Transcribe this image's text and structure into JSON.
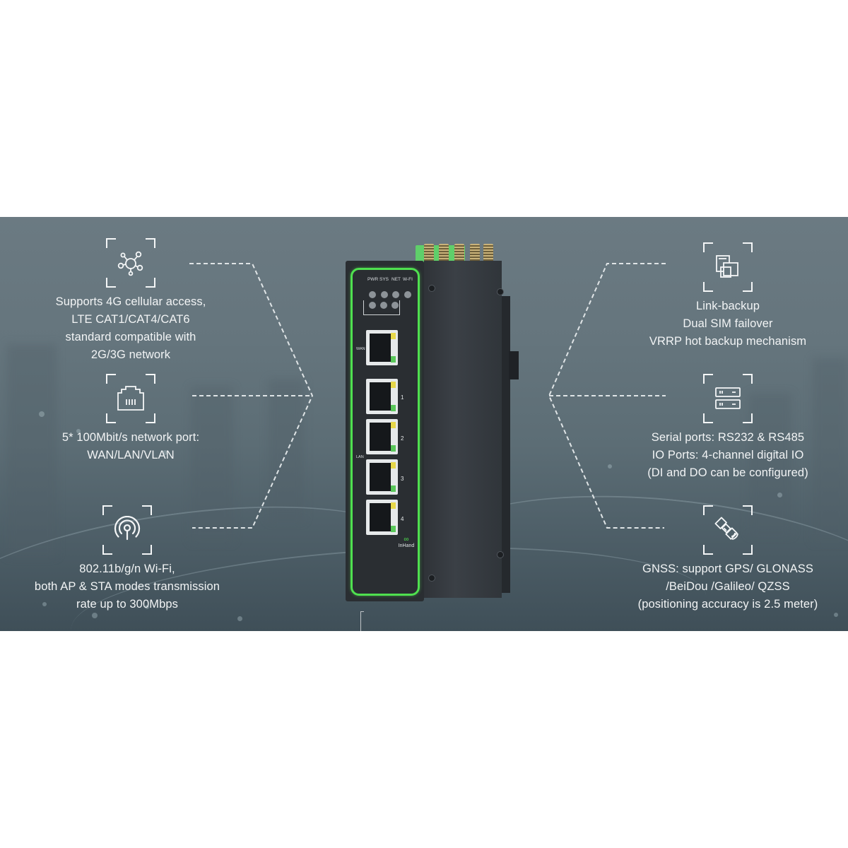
{
  "banner": {
    "background_colors": {
      "top": "#6b7a82",
      "bottom": "#3f4f58"
    },
    "accent_color": "#4fe04f",
    "text_color": "#f2f4f5"
  },
  "features_left": [
    {
      "icon": "network-hub-icon",
      "lines": [
        "Supports 4G cellular access,",
        "LTE CAT1/CAT4/CAT6",
        "standard compatible with",
        "2G/3G network"
      ]
    },
    {
      "icon": "ethernet-port-icon",
      "lines": [
        "5* 100Mbit/s network port:",
        "WAN/LAN/VLAN"
      ]
    },
    {
      "icon": "wifi-broadcast-icon",
      "lines": [
        "802.11b/g/n Wi-Fi,",
        "both AP & STA modes transmission",
        "rate up to 300Mbps"
      ]
    }
  ],
  "features_right": [
    {
      "icon": "link-backup-icon",
      "lines": [
        "Link-backup",
        "Dual SIM failover",
        "VRRP hot backup mechanism"
      ]
    },
    {
      "icon": "serial-server-icon",
      "lines": [
        "Serial ports: RS232 & RS485",
        "IO Ports: 4-channel digital IO",
        "(DI and DO can be configured)"
      ]
    },
    {
      "icon": "satellite-gnss-icon",
      "lines": [
        "GNSS: support GPS/ GLONASS",
        "/BeiDou /Galileo/ QZSS",
        "(positioning accuracy is 2.5 meter)"
      ]
    }
  ],
  "device": {
    "led_labels": [
      "PWR",
      "SYS",
      "NET",
      "W-FI"
    ],
    "wan_label": "WAN",
    "lan_label": "LAN",
    "port_numbers": [
      "1",
      "2",
      "3",
      "4"
    ],
    "brand": "InHand"
  }
}
